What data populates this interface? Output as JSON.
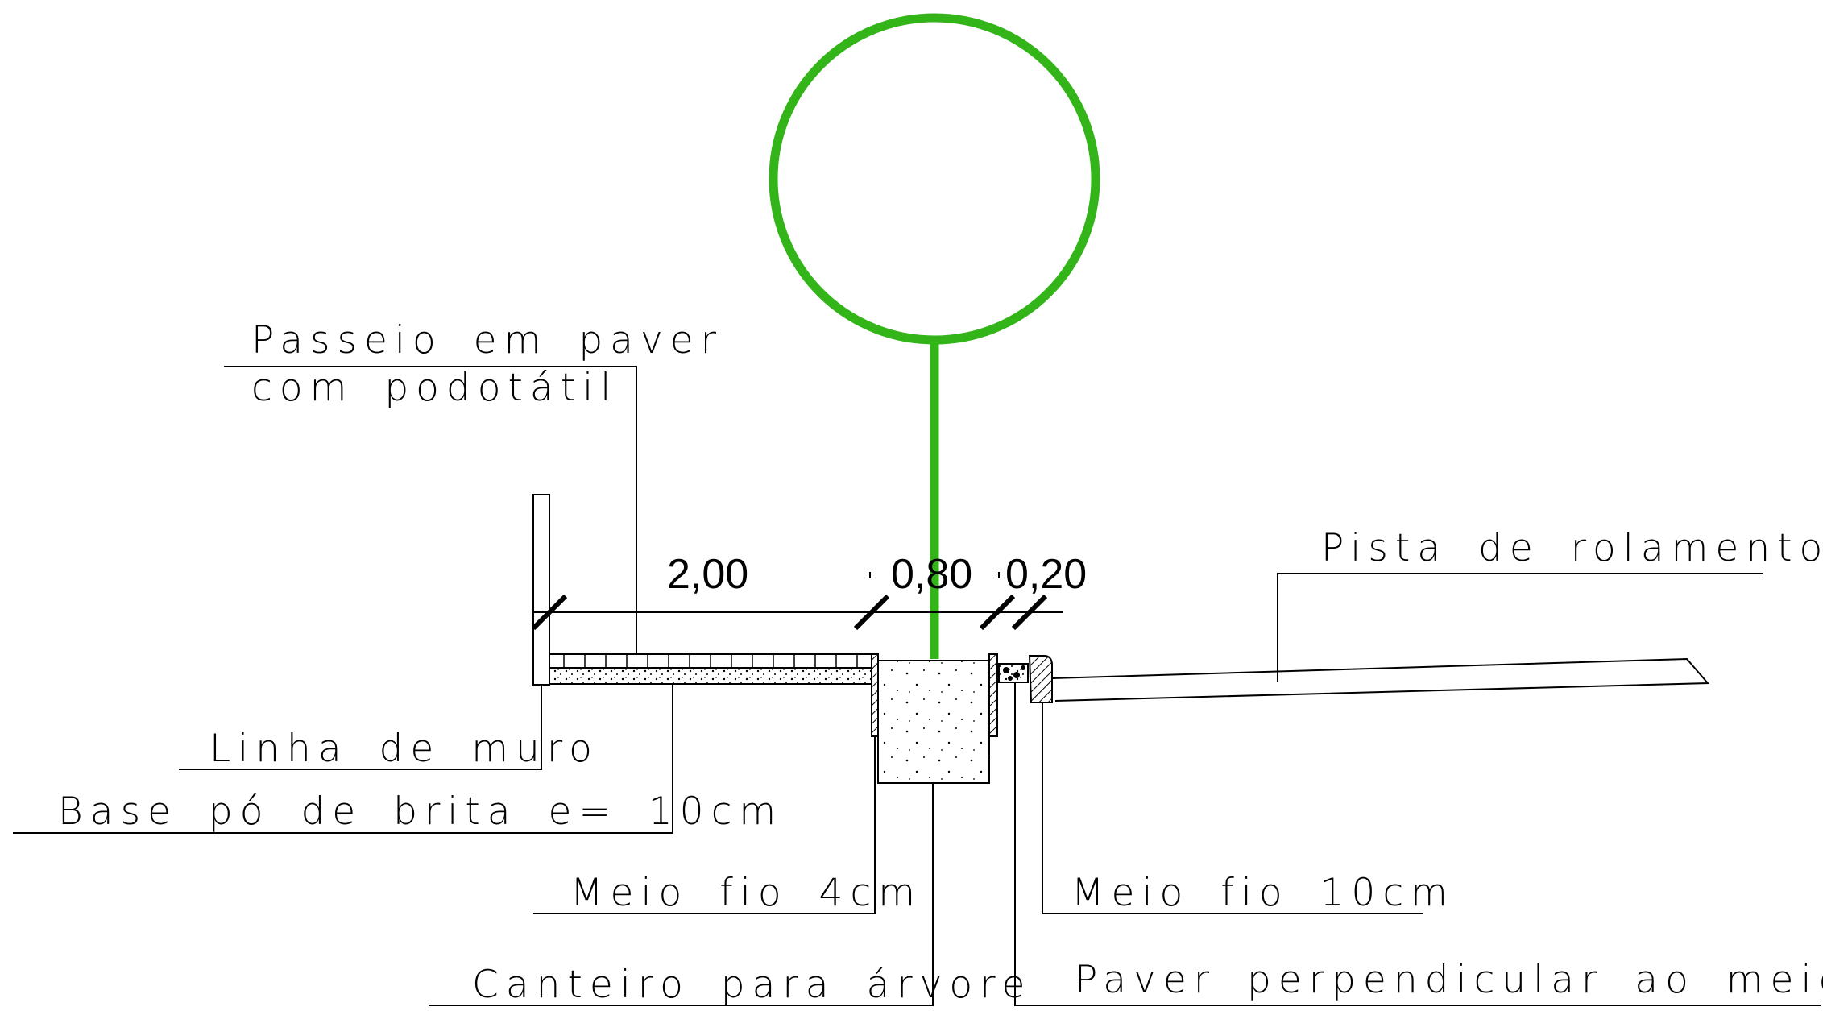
{
  "colors": {
    "tree": "#33b51a",
    "lines": "#000000",
    "background": "#ffffff"
  },
  "labels": {
    "passeio_line1": "Passeio em paver",
    "passeio_line2": "com podotátil",
    "pista": "Pista de rolamento",
    "linha_muro": "Linha de muro",
    "base": "Base pó de brita e= 10cm",
    "meio_fio_4": "Meio fio 4cm",
    "canteiro": "Canteiro para árvore",
    "meio_fio_10": "Meio fio 10cm",
    "paver_perp": "Paver perpendicular ao meio fio"
  },
  "dimensions": {
    "passeio": "2,00",
    "canteiro": "0,80",
    "meio_fio": "0,20"
  }
}
